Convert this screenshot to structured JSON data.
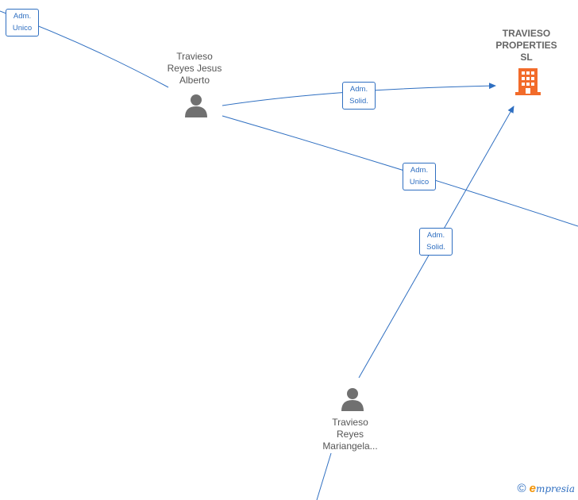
{
  "nodes": {
    "company": {
      "name_line1": "TRAVIESO",
      "name_line2": "PROPERTIES",
      "name_line3": "SL",
      "icon": "building-icon",
      "color": "#f26b2a"
    },
    "person_alberto": {
      "line1": "Travieso",
      "line2": "Reyes Jesus",
      "line3": "Alberto",
      "icon": "person-icon"
    },
    "person_mariangela": {
      "line1": "Travieso",
      "line2": "Reyes",
      "line3": "Mariangela...",
      "icon": "person-icon"
    }
  },
  "edges": {
    "top_left": {
      "line1": "Adm.",
      "line2": "Unico"
    },
    "alberto_company": {
      "line1": "Adm.",
      "line2": "Solid."
    },
    "alberto_right": {
      "line1": "Adm.",
      "line2": "Unico"
    },
    "mariangela_company": {
      "line1": "Adm.",
      "line2": "Solid."
    }
  },
  "colors": {
    "edge": "#2f6fc1",
    "person": "#707070",
    "company": "#f26b2a"
  },
  "footer": {
    "copyright": "©",
    "brand_e": "e",
    "brand_rest": "mpresia"
  }
}
